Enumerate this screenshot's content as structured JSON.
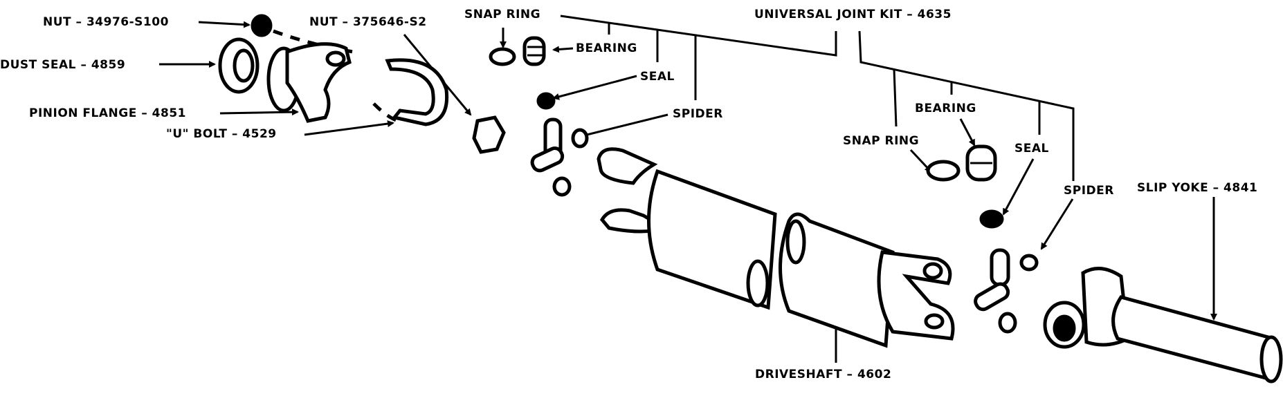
{
  "diagram": {
    "title": "Driveshaft assembly exploded view",
    "labels": {
      "nut_34976": "NUT – 34976-S100",
      "dust_seal": "DUST SEAL – 4859",
      "pinion_flange": "PINION FLANGE – 4851",
      "u_bolt": "\"U\" BOLT – 4529",
      "nut_375646": "NUT – 375646-S2",
      "snap_ring_1": "SNAP RING",
      "bearing_1": "BEARING",
      "seal_1": "SEAL",
      "spider_1": "SPIDER",
      "u_joint_kit": "UNIVERSAL JOINT KIT – 4635",
      "bearing_2": "BEARING",
      "snap_ring_2": "SNAP RING",
      "seal_2": "SEAL",
      "spider_2": "SPIDER",
      "slip_yoke": "SLIP YOKE – 4841",
      "driveshaft": "DRIVESHAFT – 4602"
    }
  }
}
